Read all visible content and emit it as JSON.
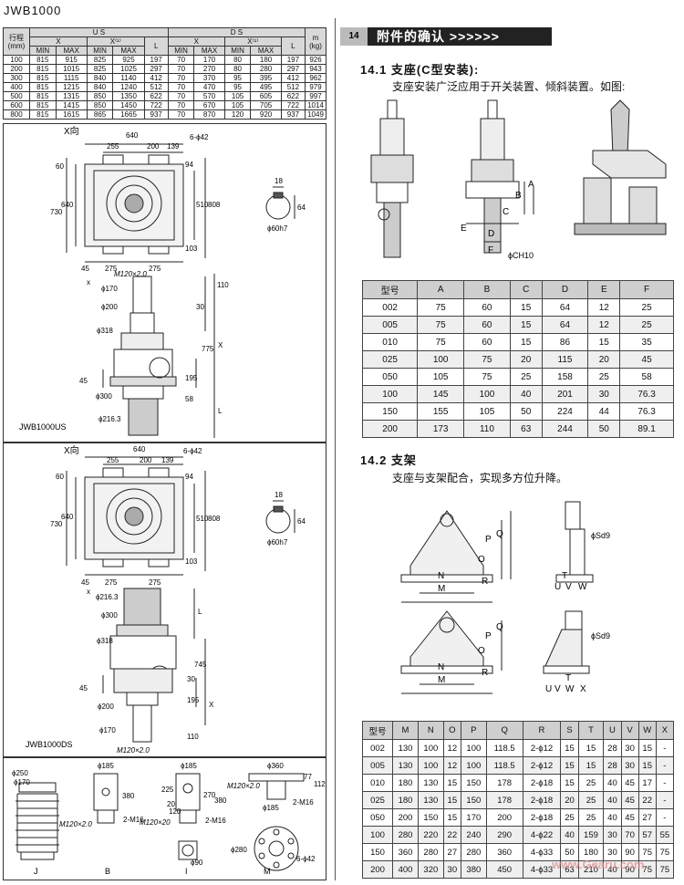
{
  "page_title": "JWB1000",
  "left_table": {
    "head_row1": [
      "行程\n(mm)",
      "U S",
      "D S",
      "m\n(kg)"
    ],
    "head_row2_us": [
      "X",
      "X⁽¹⁾",
      "L"
    ],
    "head_row2_ds": [
      "X",
      "X⁽¹⁾",
      "L"
    ],
    "head_row3": [
      "MIN",
      "MAX",
      "MIN",
      "MAX",
      "MIN",
      "MAX",
      "MIN",
      "MAX"
    ],
    "rows": [
      [
        "100",
        "815",
        "915",
        "825",
        "925",
        "197",
        "70",
        "170",
        "80",
        "180",
        "197",
        "926"
      ],
      [
        "200",
        "815",
        "1015",
        "825",
        "1025",
        "297",
        "70",
        "270",
        "80",
        "280",
        "297",
        "943"
      ],
      [
        "300",
        "815",
        "1115",
        "840",
        "1140",
        "412",
        "70",
        "370",
        "95",
        "395",
        "412",
        "962"
      ],
      [
        "400",
        "815",
        "1215",
        "840",
        "1240",
        "512",
        "70",
        "470",
        "95",
        "495",
        "512",
        "979"
      ],
      [
        "500",
        "815",
        "1315",
        "850",
        "1350",
        "622",
        "70",
        "570",
        "105",
        "605",
        "622",
        "997"
      ],
      [
        "600",
        "815",
        "1415",
        "850",
        "1450",
        "722",
        "70",
        "670",
        "105",
        "705",
        "722",
        "1014"
      ],
      [
        "800",
        "815",
        "1615",
        "865",
        "1665",
        "937",
        "70",
        "870",
        "120",
        "920",
        "937",
        "1049"
      ]
    ]
  },
  "us_panel": {
    "x_dir": "X向",
    "d640": "640",
    "d255": "255",
    "d200": "200",
    "d139": "139",
    "holes": "6-ϕ42",
    "d60": "60",
    "d730": "730",
    "d640v": "640",
    "d94": "94",
    "d510": "510",
    "d808": "808",
    "d103": "103",
    "d45": "45",
    "d275a": "275",
    "d275b": "275",
    "key18": "18",
    "key64": "64",
    "shaft": "ϕ60h7",
    "x": "x",
    "thread": "M120×2.0",
    "d170": "ϕ170",
    "d200c": "ϕ200",
    "d318": "ϕ318",
    "d300": "ϕ300",
    "d216": "ϕ216.3",
    "d45b": "45",
    "d110": "110",
    "d30": "30",
    "d775": "775",
    "X": "X",
    "d195": "195",
    "d58": "58",
    "L": "L",
    "model": "JWB1000US"
  },
  "ds_panel": {
    "x_dir": "X向",
    "d640": "640",
    "d255": "255",
    "d200": "200",
    "d139": "139",
    "holes": "6-ϕ42",
    "d60": "60",
    "d730": "730",
    "d640v": "640",
    "d94": "94",
    "d510": "510",
    "d808": "808",
    "d103": "103",
    "d45": "45",
    "d275a": "275",
    "d275b": "275",
    "key18": "18",
    "key64": "64",
    "shaft": "ϕ60h7",
    "x": "x",
    "d216": "ϕ216.3",
    "d300": "ϕ300",
    "d318": "ϕ318",
    "d45b": "45",
    "d200c": "ϕ200",
    "d170": "ϕ170",
    "thread": "M120×2.0",
    "L": "L",
    "d745": "745",
    "d30": "30",
    "d195": "195",
    "X": "X",
    "d110": "110",
    "model": "JWB1000DS"
  },
  "acc_panel": {
    "J": {
      "d250": "ϕ250",
      "d170": "ϕ170",
      "thread": "M120×2.0",
      "label": "J"
    },
    "B": {
      "d185": "ϕ185",
      "d380": "380",
      "bolt": "2-M16",
      "label": "B"
    },
    "I": {
      "d185": "ϕ185",
      "d225": "225",
      "d270": "270",
      "d380": "380",
      "d20": "20",
      "d120": "120",
      "thread": "M120×20",
      "bolt": "2-M16",
      "d90": "ϕ90",
      "label": "I"
    },
    "M": {
      "d360": "ϕ360",
      "d77": "77",
      "d112": "112",
      "thread": "M120×2.0",
      "d185": "ϕ185",
      "bolt": "2-M16",
      "d280": "ϕ280",
      "holes": "6-ϕ42",
      "label": "M"
    }
  },
  "section_header": {
    "num": "14",
    "title": "附件的确认 >>>>>>"
  },
  "sec1": {
    "title": "14.1  支座(C型安装):",
    "text": "支座安装广泛应用于开关装置、倾斜装置。如图:"
  },
  "sec1_fig": {
    "A": "A",
    "B": "B",
    "C": "C",
    "D": "D",
    "E": "E",
    "F": "F",
    "CH": "ϕCH10"
  },
  "table1": {
    "headers": [
      "型号",
      "A",
      "B",
      "C",
      "D",
      "E",
      "F"
    ],
    "rows": [
      [
        "002",
        "75",
        "60",
        "15",
        "64",
        "12",
        "25"
      ],
      [
        "005",
        "75",
        "60",
        "15",
        "64",
        "12",
        "25"
      ],
      [
        "010",
        "75",
        "60",
        "15",
        "86",
        "15",
        "35"
      ],
      [
        "025",
        "100",
        "75",
        "20",
        "115",
        "20",
        "45"
      ],
      [
        "050",
        "105",
        "75",
        "25",
        "158",
        "25",
        "58"
      ],
      [
        "100",
        "145",
        "100",
        "40",
        "201",
        "30",
        "76.3"
      ],
      [
        "150",
        "155",
        "105",
        "50",
        "224",
        "44",
        "76.3"
      ],
      [
        "200",
        "173",
        "110",
        "63",
        "244",
        "50",
        "89.1"
      ]
    ]
  },
  "sec2": {
    "title": "14.2  支架",
    "text": "支座与支架配合，实现多方位升降。"
  },
  "sec2_fig": {
    "P": "P",
    "Q": "Q",
    "O": "O",
    "R": "R",
    "N": "N",
    "M": "M",
    "Sd9": "ϕSd9",
    "T": "T",
    "U": "U",
    "V": "V",
    "W": "W",
    "X": "X"
  },
  "table2": {
    "headers": [
      "型号",
      "M",
      "N",
      "O",
      "P",
      "Q",
      "R",
      "S",
      "T",
      "U",
      "V",
      "W",
      "X"
    ],
    "rows": [
      [
        "002",
        "130",
        "100",
        "12",
        "100",
        "118.5",
        "2-ϕ12",
        "15",
        "15",
        "28",
        "30",
        "15",
        "-"
      ],
      [
        "005",
        "130",
        "100",
        "12",
        "100",
        "118.5",
        "2-ϕ12",
        "15",
        "15",
        "28",
        "30",
        "15",
        "-"
      ],
      [
        "010",
        "180",
        "130",
        "15",
        "150",
        "178",
        "2-ϕ18",
        "15",
        "25",
        "40",
        "45",
        "17",
        "-"
      ],
      [
        "025",
        "180",
        "130",
        "15",
        "150",
        "178",
        "2-ϕ18",
        "20",
        "25",
        "40",
        "45",
        "22",
        "-"
      ],
      [
        "050",
        "200",
        "150",
        "15",
        "170",
        "200",
        "2-ϕ18",
        "25",
        "25",
        "40",
        "45",
        "27",
        "-"
      ],
      [
        "100",
        "280",
        "220",
        "22",
        "240",
        "290",
        "4-ϕ22",
        "40",
        "159",
        "30",
        "70",
        "57",
        "55"
      ],
      [
        "150",
        "360",
        "280",
        "27",
        "280",
        "360",
        "4-ϕ33",
        "50",
        "180",
        "30",
        "90",
        "75",
        "75"
      ],
      [
        "200",
        "400",
        "320",
        "30",
        "380",
        "450",
        "4-ϕ33",
        "63",
        "210",
        "40",
        "90",
        "75",
        "75"
      ]
    ]
  },
  "watermark": "www.Gearu.com"
}
